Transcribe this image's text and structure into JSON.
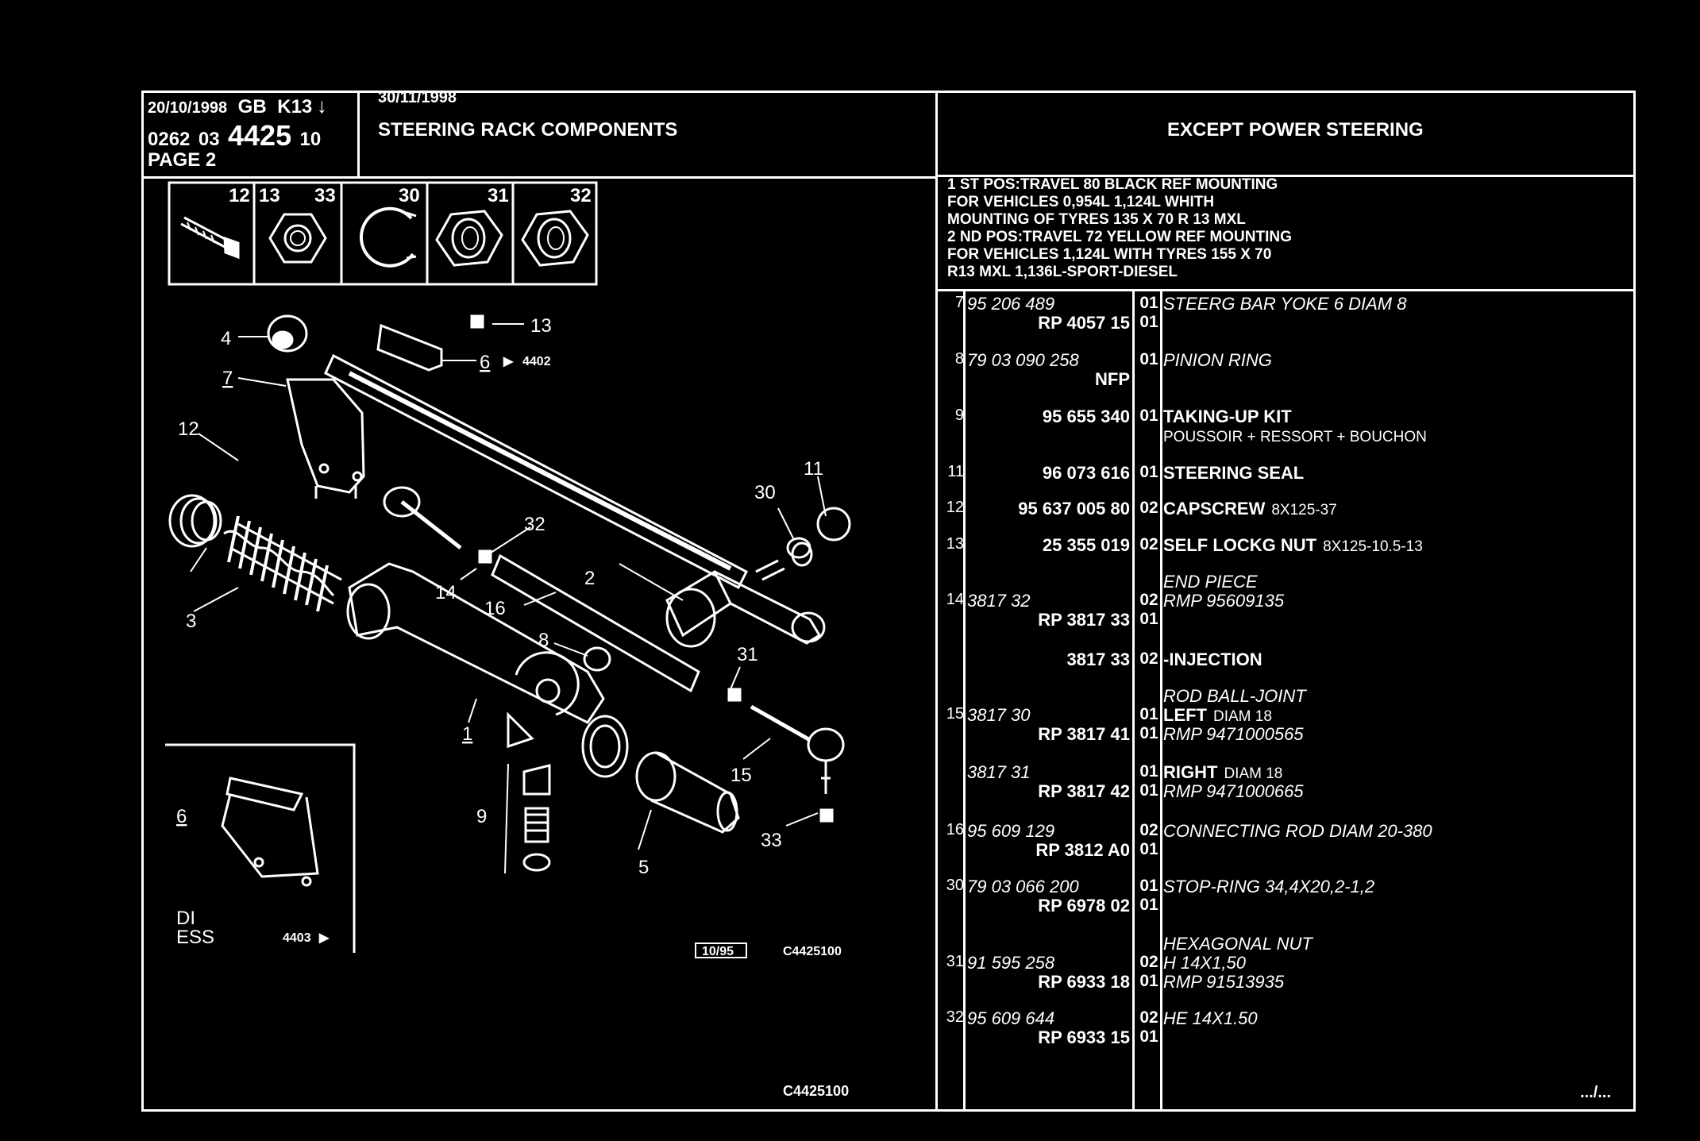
{
  "header": {
    "date1": "20/10/1998",
    "country": "GB",
    "code": "K13",
    "arrow": "↓",
    "ref_a": "0262",
    "ref_b": "03",
    "group": "4425",
    "ref_c": "10",
    "page": "PAGE 2",
    "date2": "30/11/1998",
    "title": "STEERING RACK COMPONENTS",
    "condition": "EXCEPT POWER STEERING"
  },
  "notes": [
    "1 ST POS:TRAVEL 80 BLACK REF MOUNTING",
    "FOR VEHICLES 0,954L 1,124L WHITH",
    "MOUNTING OF TYRES 135 X 70 R 13 MXL",
    "2 ND POS:TRAVEL 72 YELLOW REF MOUNTING",
    "FOR VEHICLES 1,124L WITH TYRES 155 X 70",
    "R13 MXL 1,136L-SPORT-DIESEL"
  ],
  "fastener_box": {
    "labels": [
      "12",
      "13",
      "33",
      "30",
      "31",
      "32"
    ]
  },
  "diagram_labels": {
    "l4": "4",
    "l13": "13",
    "l7": "7",
    "l6": "6",
    "l6ref": "4402",
    "l12": "12",
    "l11": "11",
    "l30": "30",
    "l32": "32",
    "l2": "2",
    "l14": "14",
    "l16": "16",
    "l3": "3",
    "l8": "8",
    "l31": "31",
    "l1": "1",
    "l15": "15",
    "l9": "9",
    "l33": "33",
    "l5": "5"
  },
  "inset": {
    "label6": "6",
    "line1": "DI",
    "line2": "ESS",
    "ref": "4403"
  },
  "footer": {
    "edition": "10/95",
    "code1": "C4425100",
    "code2": "C4425100",
    "continue": ".../..."
  },
  "parts": [
    {
      "pos": "7",
      "refs": [
        {
          "text": "95 206 489",
          "style": "ital"
        },
        {
          "text": "RP  4057 15",
          "style": "right"
        }
      ],
      "qty": [
        "01",
        "01"
      ],
      "desc": [
        {
          "text": "STEERG BAR YOKE 6 DIAM 8",
          "style": "i"
        }
      ]
    },
    {
      "pos": "8",
      "refs": [
        {
          "text": "79 03 090 258",
          "style": "ital"
        },
        {
          "text": "NFP",
          "style": "right"
        }
      ],
      "qty": [
        "01"
      ],
      "desc": [
        {
          "text": "PINION RING",
          "style": "i"
        }
      ]
    },
    {
      "pos": "9",
      "refs": [
        {
          "text": "95 655 340",
          "style": "right"
        }
      ],
      "qty": [
        "01"
      ],
      "desc": [
        {
          "text": "TAKING-UP KIT",
          "style": "b"
        },
        {
          "text": "POUSSOIR + RESSORT + BOUCHON",
          "style": "sub"
        }
      ]
    },
    {
      "pos": "11",
      "refs": [
        {
          "text": "96 073 616",
          "style": "right"
        }
      ],
      "qty": [
        "01"
      ],
      "desc": [
        {
          "text": "STEERING SEAL",
          "style": "b"
        }
      ]
    },
    {
      "pos": "12",
      "refs": [
        {
          "text": "95 637 005 80",
          "style": "right"
        }
      ],
      "qty": [
        "02"
      ],
      "desc": [
        {
          "text": "CAPSCREW",
          "style": "b",
          "extra": "8X125-37"
        }
      ]
    },
    {
      "pos": "13",
      "refs": [
        {
          "text": "25 355 019",
          "style": "right"
        }
      ],
      "qty": [
        "02"
      ],
      "desc": [
        {
          "text": "SELF LOCKG NUT",
          "style": "b",
          "extra": "8X125-10.5-13"
        }
      ]
    },
    {
      "pos": "14",
      "refs": [
        {
          "text": "3817 32",
          "style": "ital"
        },
        {
          "text": "RP  3817 33",
          "style": "right"
        }
      ],
      "qty": [
        "02",
        "01"
      ],
      "head": "END PIECE",
      "desc": [
        {
          "text": "RMP 95609135",
          "style": "i"
        }
      ]
    },
    {
      "pos": "",
      "refs": [
        {
          "text": "3817 33",
          "style": "right"
        }
      ],
      "qty": [
        "02"
      ],
      "desc": [
        {
          "text": "-INJECTION",
          "style": "b"
        }
      ]
    },
    {
      "pos": "15",
      "refs": [
        {
          "text": "3817 30",
          "style": "ital"
        },
        {
          "text": "RP  3817 41",
          "style": "right"
        }
      ],
      "qty": [
        "01",
        "01"
      ],
      "head": "ROD BALL-JOINT",
      "desc": [
        {
          "text": "LEFT",
          "style": "b",
          "extra": "DIAM 18"
        },
        {
          "text": "RMP 9471000565",
          "style": "i"
        }
      ]
    },
    {
      "pos": "",
      "refs": [
        {
          "text": "3817 31",
          "style": "ital"
        },
        {
          "text": "RP  3817 42",
          "style": "right"
        }
      ],
      "qty": [
        "01",
        "01"
      ],
      "desc": [
        {
          "text": "RIGHT",
          "style": "b",
          "extra": "DIAM 18"
        },
        {
          "text": "RMP 9471000665",
          "style": "i"
        }
      ]
    },
    {
      "pos": "16",
      "refs": [
        {
          "text": "95 609 129",
          "style": "ital"
        },
        {
          "text": "RP  3812 A0",
          "style": "right"
        }
      ],
      "qty": [
        "02",
        "01"
      ],
      "desc": [
        {
          "text": "CONNECTING ROD DIAM 20-380",
          "style": "i"
        }
      ]
    },
    {
      "pos": "30",
      "refs": [
        {
          "text": "79 03 066 200",
          "style": "ital"
        },
        {
          "text": "RP  6978 02",
          "style": "right"
        }
      ],
      "qty": [
        "01",
        "01"
      ],
      "desc": [
        {
          "text": "STOP-RING 34,4X20,2-1,2",
          "style": "i"
        }
      ]
    },
    {
      "pos": "31",
      "refs": [
        {
          "text": "91 595 258",
          "style": "ital"
        },
        {
          "text": "RP  6933 18",
          "style": "right"
        }
      ],
      "qty": [
        "02",
        "01"
      ],
      "head": "HEXAGONAL NUT",
      "desc": [
        {
          "text": "H 14X1,50",
          "style": "i"
        },
        {
          "text": "RMP 91513935",
          "style": "i"
        }
      ]
    },
    {
      "pos": "32",
      "refs": [
        {
          "text": "95 609 644",
          "style": "ital"
        },
        {
          "text": "RP  6933 15",
          "style": "right"
        }
      ],
      "qty": [
        "02",
        "01"
      ],
      "desc": [
        {
          "text": "HE 14X1.50",
          "style": "i"
        }
      ]
    }
  ]
}
